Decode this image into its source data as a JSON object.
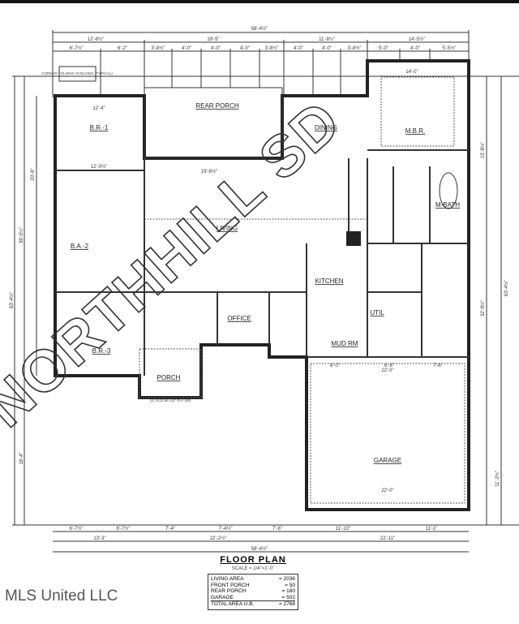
{
  "watermark": "NORTHHILL SD",
  "brand": "MLS United LLC",
  "title_block": {
    "title": "FLOOR PLAN",
    "scale": "SCALE = 1/4\"=1'-0\"",
    "areas": [
      {
        "label": "LIVING AREA",
        "value": "= 2036"
      },
      {
        "label": "FRONT PORCH",
        "value": "= 50"
      },
      {
        "label": "REAR PORCH",
        "value": "= 180"
      },
      {
        "label": "GARAGE",
        "value": "= 502"
      },
      {
        "label": "TOTAL AREA U.B.",
        "value": "= 2768"
      }
    ]
  },
  "rooms": {
    "br1": "B.R.-1",
    "rear_porch": "REAR PORCH",
    "dining": "DINING",
    "mbr": "M.B.R.",
    "mbath": "M-BATH",
    "living": "LIVING",
    "kitchen": "KITCHEN",
    "ba2": "B.A.-2",
    "br3": "B.R.-3",
    "office": "OFFICE",
    "porch": "PORCH",
    "mud_rm": "MUD RM",
    "util": "UTIL",
    "garage": "GARAGE"
  },
  "notes": {
    "corner": "CORNER FOLDING SHELVING (TYPICAL)",
    "porch_post": "(2) 2x12 W/ 1/2\" PLY WD"
  },
  "dims": {
    "top_total": "58'-4½\"",
    "top_row2": [
      "12'-8½\"",
      "19'-5\"",
      "11'-8½\"",
      "14'-5½\""
    ],
    "top_row3": [
      "6'-7½\"",
      "6'-2\"",
      "3'-8½\"",
      "4'-0\"",
      "4'-0\"",
      "4'-0\"",
      "3'-8½\"",
      "4'-0\"",
      "4'-0\"",
      "3'-8½\"",
      "5'-0\"",
      "4'-0\"",
      "5'-5½\""
    ],
    "bottom_row1": [
      "6'-7½\"",
      "6'-7½\"",
      "7'-4\"",
      "7'-4½\"",
      "7'-6\"",
      "11'-10\"",
      "11'-1\""
    ],
    "bottom_row2": [
      "13'-3\"",
      "22'-2½\"",
      "22'-11\""
    ],
    "bottom_total": "58'-4½\"",
    "left": [
      "20'-8\"",
      "39'-5½\"",
      "63'-4½\"",
      "16'-4\""
    ],
    "right": [
      "15'-8½\"",
      "32'-8½\"",
      "63'-4½\"",
      "11'-2½\""
    ],
    "interior": [
      "12'-4\"",
      "12'-0½\"",
      "14'-0\"",
      "19'-8½\"",
      "22'-0\"",
      "22'-0\"",
      "8'-0\"",
      "6'-8\"",
      "7'-6\""
    ]
  }
}
